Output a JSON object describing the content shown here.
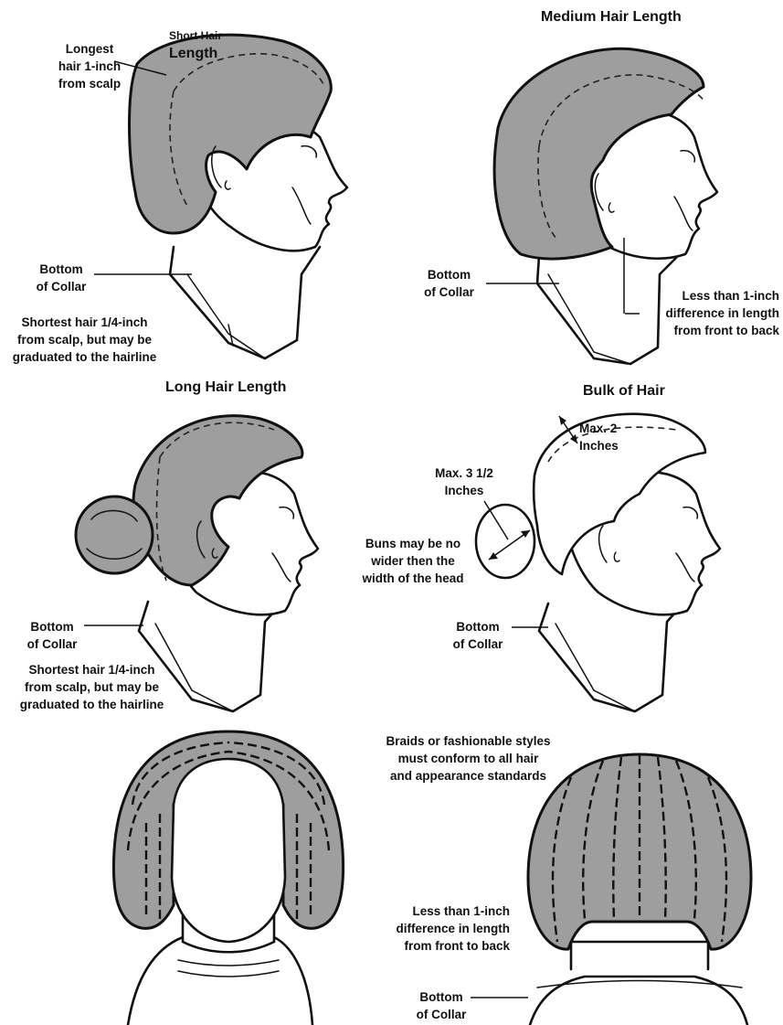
{
  "panels": {
    "short": {
      "title_small": "Short Hair",
      "title_large": "Length",
      "label_longest": "Longest\nhair 1-inch\nfrom scalp",
      "label_collar": "Bottom\nof Collar",
      "label_shortest": "Shortest hair 1/4-inch\nfrom scalp, but may be\ngraduated to the hairline"
    },
    "medium": {
      "title": "Medium Hair Length",
      "label_collar": "Bottom\nof Collar",
      "label_difference": "Less than 1-inch\ndifference in length\nfrom front to back"
    },
    "long": {
      "title": "Long Hair Length",
      "label_collar": "Bottom\nof Collar",
      "label_shortest": "Shortest hair 1/4-inch\nfrom scalp, but may be\ngraduated to the hairline"
    },
    "bulk": {
      "title": "Bulk of Hair",
      "label_max2": "Max. 2\nInches",
      "label_max3": "Max. 3 1/2\nInches",
      "label_buns": "Buns may be no\nwider then the\nwidth of the head",
      "label_collar": "Bottom\nof Collar"
    },
    "braids": {
      "label_braids": "Braids or fashionable styles\nmust conform to all hair\nand appearance standards",
      "label_difference": "Less than 1-inch\ndifference in length\nfrom front to back",
      "label_collar": "Bottom\nof Collar"
    }
  },
  "colors": {
    "hair": "#9e9e9e",
    "line": "#111111",
    "background": "#ffffff"
  }
}
